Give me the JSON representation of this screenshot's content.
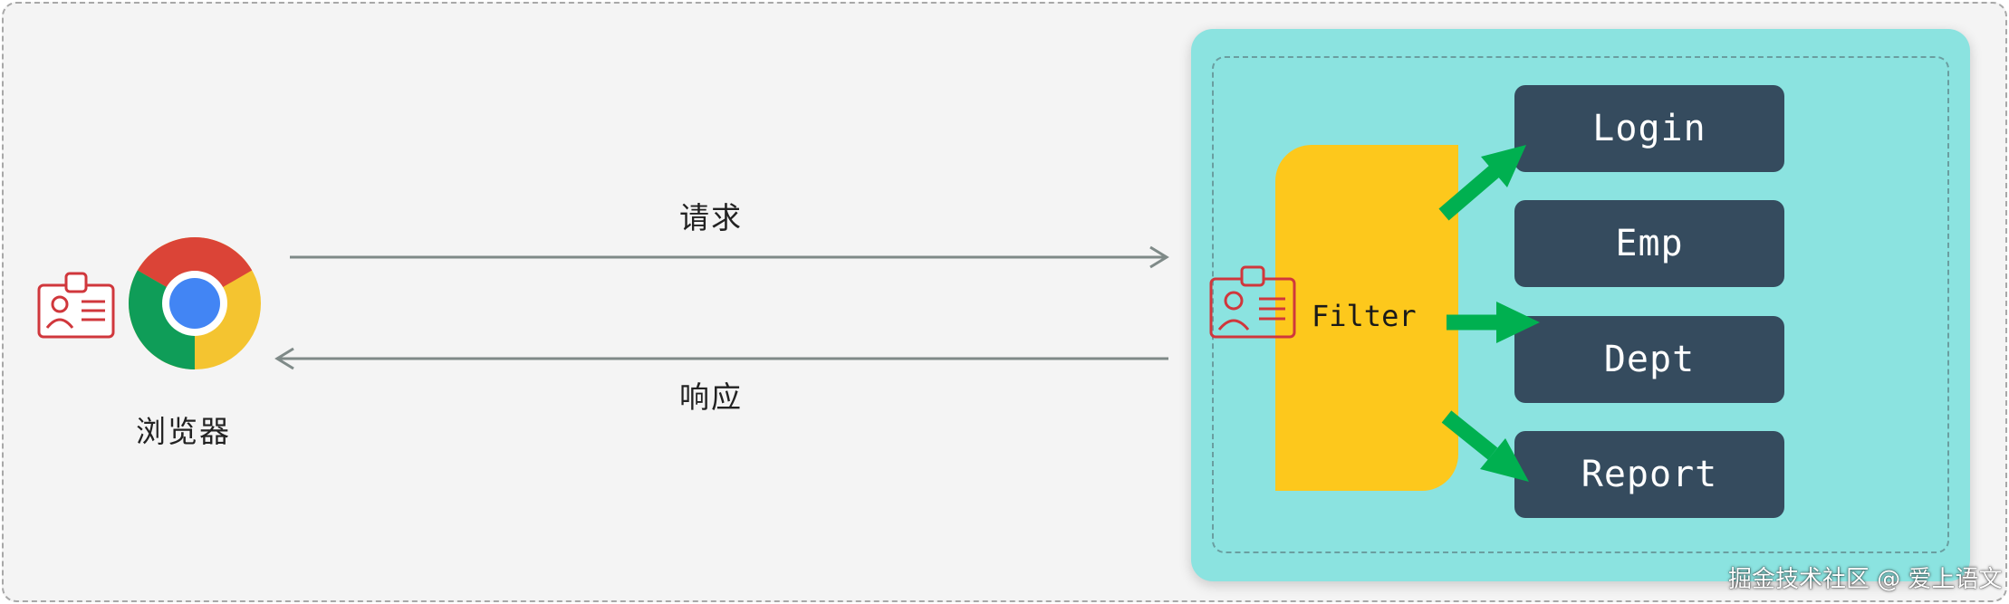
{
  "browser": {
    "label": "浏览器",
    "icon": "chrome-icon",
    "badge_icon": "id-card-icon"
  },
  "arrows": {
    "request_label": "请求",
    "response_label": "响应"
  },
  "server": {
    "filter_label": "Filter",
    "filter_badge_icon": "id-card-icon",
    "resources": [
      "Login",
      "Emp",
      "Dept",
      "Report"
    ]
  },
  "colors": {
    "server_bg": "#8be3e0",
    "filter": "#fdc81c",
    "resource_bg": "#354b5e",
    "route_arrow": "#00b050",
    "id_card": "#d0373c",
    "connector": "#7f8a88"
  },
  "watermark": "掘金技术社区 @ 爱上语文"
}
